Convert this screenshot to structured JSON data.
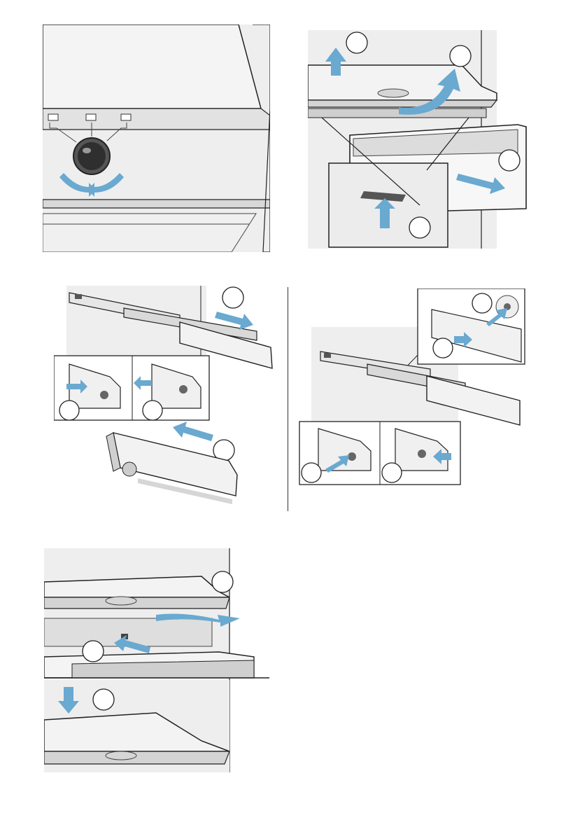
{
  "document": {
    "kind": "instruction illustration page",
    "accent_color": "#6aa9d0",
    "background_color": "#eeeeee",
    "line_color": "#222222"
  },
  "figures": [
    {
      "id": "control-knob",
      "icons": [
        "rotary-knob-icon",
        "rotate-arrows-icon"
      ]
    },
    {
      "id": "shelf-drawer-removal",
      "icons": [
        "lift-arrow-icon",
        "swing-arrow-icon",
        "pull-arrow-icon",
        "push-up-arrow-icon"
      ]
    },
    {
      "id": "rail-removal",
      "icons": [
        "slide-rail-icon",
        "pull-arrow-icon"
      ]
    },
    {
      "id": "rail-installation",
      "icons": [
        "slide-rail-icon",
        "push-arrow-icon"
      ]
    },
    {
      "id": "shelf-reinsertion",
      "icons": [
        "lower-arrow-icon",
        "push-arrow-icon"
      ]
    }
  ]
}
